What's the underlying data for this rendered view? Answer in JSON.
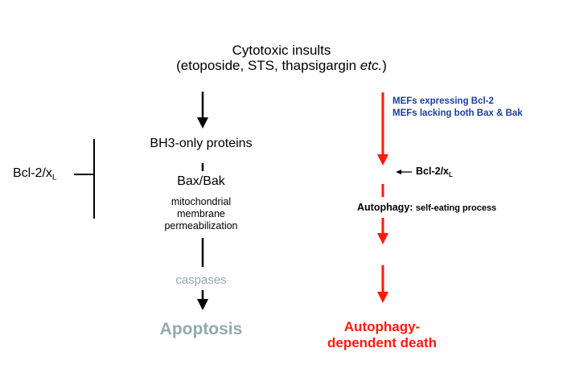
{
  "diagram": {
    "title": {
      "line1": "Cytotoxic insults",
      "line2_prefix": "(etoposide, STS, thapsigargin ",
      "line2_italic": "etc.",
      "line2_suffix": ")"
    },
    "apoptosis_pathway": {
      "bh3": "BH3-only proteins",
      "baxbak": "Bax/Bak",
      "mmp_lines": [
        "mitochondrial",
        "membrane",
        "permeabilization"
      ],
      "caspases": "caspases",
      "outcome": "Apoptosis"
    },
    "inhibitor_left": {
      "label": "Bcl-2/x",
      "subscript": "L"
    },
    "autophagy_pathway": {
      "conditions": [
        "MEFs expressing Bcl-2",
        "MEFs lacking both Bax & Bak"
      ],
      "inhibitor": {
        "label": "Bcl-2/x",
        "subscript": "L"
      },
      "step_label": "Autophagy",
      "step_separator": ": ",
      "step_desc": "self-eating process",
      "outcome_lines": [
        "Autophagy-",
        "dependent death"
      ]
    },
    "colors": {
      "black_path": "#000000",
      "red_path": "#ff1a0a",
      "muted_outcome": "#93aaaa",
      "condition_blue": "#1b3fa0"
    }
  }
}
